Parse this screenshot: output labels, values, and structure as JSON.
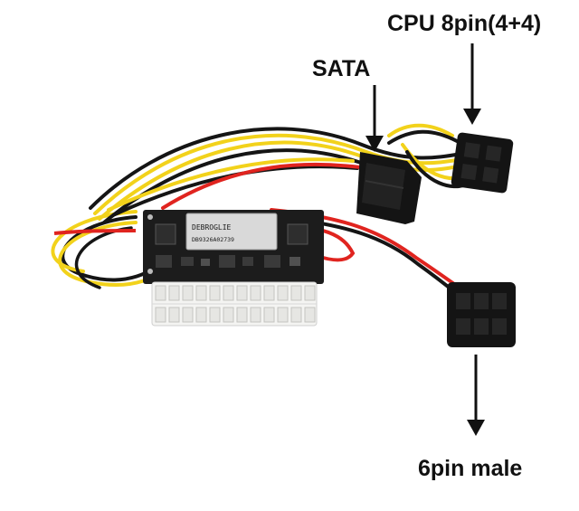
{
  "photo": {
    "subject": "pico-psu-with-cables",
    "background_color": "#ffffff",
    "wire_colors": {
      "yellow": "#f2d21b",
      "black": "#151515",
      "red": "#e0241f"
    }
  },
  "callouts": {
    "cpu": "CPU 8pin(4+4)",
    "sata": "SATA",
    "six_pin": "6pin male"
  },
  "module": {
    "brand": "DEBROGLIE",
    "serial": "DB9326A02739"
  }
}
